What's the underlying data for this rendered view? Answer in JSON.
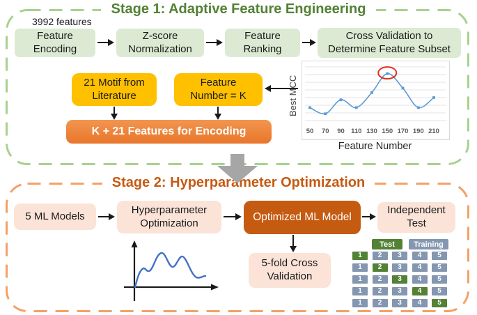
{
  "stage1": {
    "title": "Stage 1: Adaptive Feature Engineering",
    "features_count_label": "3992 features",
    "flow_boxes": [
      "Feature\nEncoding",
      "Z-score\nNormalization",
      "Feature\nRanking",
      "Cross Validation to\nDetermine Feature Subset"
    ],
    "motif_box": "21 Motif from\nLiterature",
    "feature_number_box": "Feature\nNumber = K",
    "encoding_box": "K + 21 Features for Encoding"
  },
  "chart_data": {
    "type": "line",
    "x": [
      50,
      70,
      90,
      110,
      130,
      150,
      170,
      190,
      210
    ],
    "series": [
      {
        "name": "Best MCC",
        "values": [
          0.27,
          0.16,
          0.41,
          0.27,
          0.54,
          0.88,
          0.62,
          0.27,
          0.45
        ]
      }
    ],
    "xlabel": "Feature Number",
    "ylabel": "Best MCC",
    "ylim": [
      0,
      1
    ],
    "grid": true,
    "gridline_count": 8,
    "highlight": {
      "x": 150,
      "marker": "red-ellipse"
    },
    "line_color": "#5b9bd5",
    "highlight_color": "#e0301e"
  },
  "stage2": {
    "title": "Stage 2: Hyperparameter Optimization",
    "models_box": "5 ML Models",
    "hyperparameter_box": "Hyperparameter\nOptimization",
    "optimized_box": "Optimized ML Model",
    "independent_box": "Independent\nTest",
    "cv_box": "5-fold Cross\nValidation",
    "legend": [
      {
        "label": "Test",
        "color": "#538135"
      },
      {
        "label": "Training",
        "color": "#8496b0"
      }
    ],
    "folds": {
      "labels": [
        "1",
        "2",
        "3",
        "4",
        "5"
      ],
      "rows": 5,
      "test_color": "#538135",
      "training_color": "#8496b0"
    }
  },
  "colors": {
    "stage1_title": "#538135",
    "stage1_border": "#a9d18e",
    "stage1_box_fill": "#dcead3",
    "gold_fill": "#ffc000",
    "orange_fill": "#ed7d31",
    "dark_orange_fill": "#c55a11",
    "stage2_border": "#f4a167",
    "pink_fill": "#fbe3d8",
    "gray_arrow": "#a6a6a6",
    "chart_line": "#5b9bd5"
  }
}
